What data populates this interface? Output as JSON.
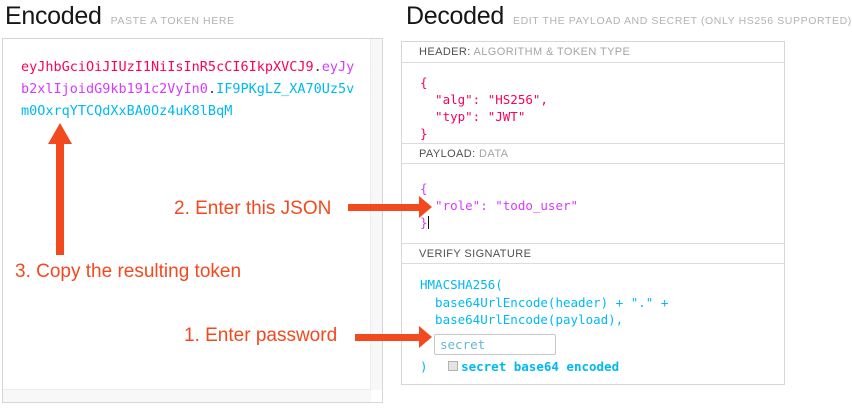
{
  "colors": {
    "annotation": "#f3491f",
    "token_header": "#fb015b",
    "token_payload": "#d63aff",
    "token_signature": "#00b9f1"
  },
  "encoded_panel": {
    "title": "Encoded",
    "subtitle": "PASTE A TOKEN HERE",
    "token": {
      "header_segment": "eyJhbGciOiJIUzI1NiIsInR5cCI6IkpXVCJ9",
      "separator1": ".",
      "payload_segment": "eyJyb2xlIjoidG9kb191c2VyIn0",
      "separator2": ".",
      "signature_segment": "IF9PKgLZ_XA70Uz5vm0OxrqYTCQdXxBA0Oz4uK8lBqM"
    }
  },
  "decoded_panel": {
    "title": "Decoded",
    "subtitle": "EDIT THE PAYLOAD AND SECRET (ONLY HS256 SUPPORTED)",
    "header_section": {
      "label_primary": "HEADER:",
      "label_secondary": " ALGORITHM & TOKEN TYPE",
      "lines": [
        "{",
        "  \"alg\": \"HS256\",",
        "  \"typ\": \"JWT\"",
        "}"
      ]
    },
    "payload_section": {
      "label_primary": "PAYLOAD:",
      "label_secondary": " DATA",
      "lines": [
        "{",
        "  \"role\": \"todo_user\""
      ],
      "closing_brace": "}"
    },
    "signature_section": {
      "label_primary": "VERIFY SIGNATURE",
      "code_lines": [
        "HMACSHA256(",
        "  base64UrlEncode(header) + \".\" +",
        "  base64UrlEncode(payload),"
      ],
      "secret_value": "secret",
      "closing_paren": ") ",
      "checkbox_label": "secret base64 encoded"
    }
  },
  "annotations": {
    "step1_label": "1. Enter password",
    "step2_label": "2. Enter this JSON",
    "step3_label": "3. Copy the resulting token"
  }
}
